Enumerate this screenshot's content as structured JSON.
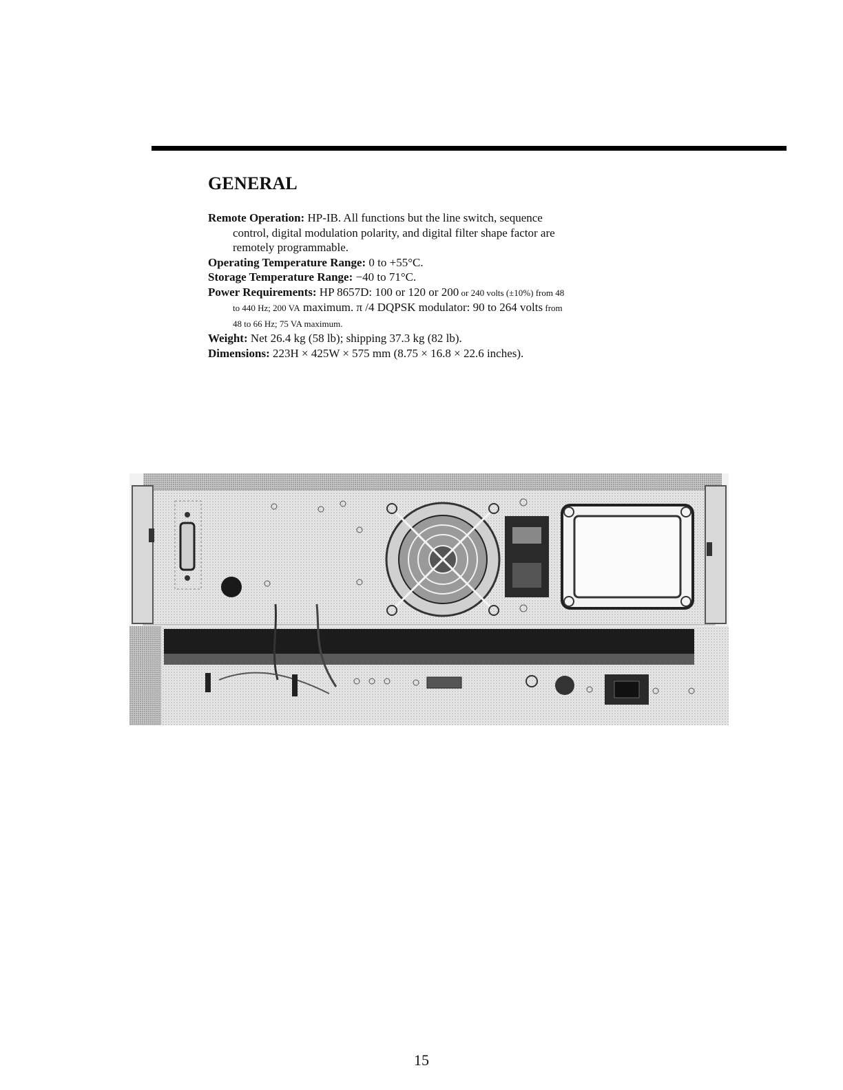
{
  "heading": "GENERAL",
  "specs": [
    {
      "label": "Remote Operation:",
      "text": " HP-IB. All functions but the line switch, sequence control, digital modulation polarity, and digital filter shape factor are remotely programmable."
    },
    {
      "label": "Operating Temperature Range:",
      "text": " 0 to +55°C."
    },
    {
      "label": "Storage Temperature Range:",
      "text": " −40 to 71°C."
    },
    {
      "label": "Power Requirements:",
      "text": " HP 8657D: 100 or 120 or 200",
      "text_small": " or 240 volts (±10%) from 48 to 440 Hz; 200 VA",
      "text_2": " maximum. π /4 DQPSK modulator: 90 to 264 volts",
      "text_small_2": " from 48 to 66 Hz; 75 VA maximum."
    },
    {
      "label": "Weight:",
      "text": " Net 26.4 kg (58 lb); shipping 37.3 kg (82 lb)."
    },
    {
      "label": "Dimensions:",
      "text": " 223H × 425W × 575 mm",
      "text_2": " (8.75 × 16.8 × 22.6 inches)."
    }
  ],
  "page_number": "15",
  "colors": {
    "rule": "#000000",
    "photo_bg": "#e4e4e4",
    "photo_dark": "#1a1a1a"
  }
}
